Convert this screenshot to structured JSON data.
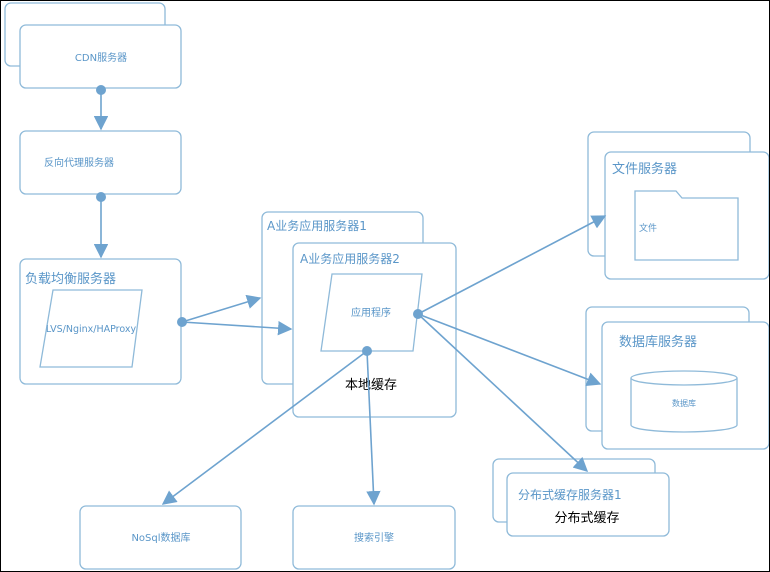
{
  "colors": {
    "stroke": "#8fbad9",
    "arrow": "#6ea3cf",
    "text_blue": "#5a96c8",
    "text_dark": "#000000",
    "background": "#ffffff"
  },
  "nodes": {
    "cdn": "CDN服务器",
    "reverse_proxy": "反向代理服务器",
    "load_balancer": {
      "title": "负载均衡服务器",
      "software": "LVS/Nginx/HAProxy"
    },
    "app_server_1": "A业务应用服务器1",
    "app_server_2": {
      "title": "A业务应用服务器2",
      "program": "应用程序",
      "local_cache": "本地缓存"
    },
    "file_server": {
      "title": "文件服务器",
      "file": "文件"
    },
    "db_server": {
      "title": "数据库服务器",
      "db": "数据库"
    },
    "dist_cache": {
      "title": "分布式缓存服务器1",
      "label": "分布式缓存"
    },
    "nosql": "NoSql数据库",
    "search": "搜索引擎"
  },
  "icons": [
    "folder-icon",
    "database-cylinder-icon",
    "parallelogram-shape"
  ]
}
